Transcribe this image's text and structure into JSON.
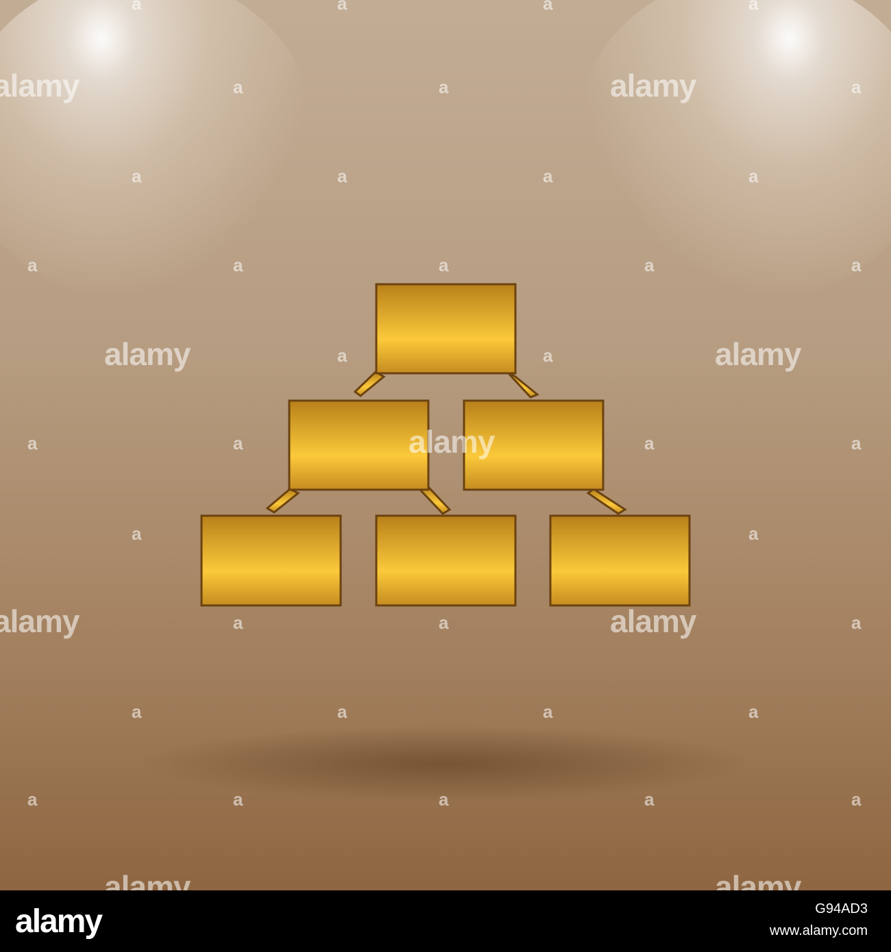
{
  "image": {
    "subject": "org-chart-icon",
    "background_color": "#b09274",
    "icon_fill_colors": [
      "#b8801a",
      "#fbc93a"
    ],
    "icon_stroke_color": "#6b4210"
  },
  "watermark": {
    "word": "alamy",
    "letter": "a"
  },
  "footer": {
    "logo": "alamy",
    "image_id": "G94AD3",
    "url": "www.alamy.com"
  }
}
